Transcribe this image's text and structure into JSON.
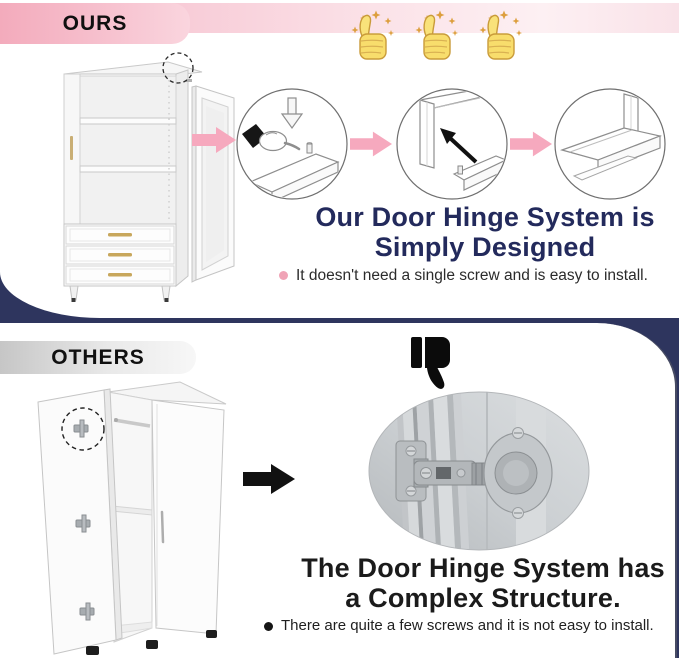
{
  "meta": {
    "kind": "product-comparison-infographic",
    "subject": "wardrobe door hinge system"
  },
  "colors": {
    "navy_corner": "#2e355e",
    "pink_accent": "#f6a9be",
    "pink_bullet": "#f0a3b6",
    "title_navy": "#232a5c",
    "gray_banner": "#c6c6c6",
    "thumb_yellow": "#f7d960"
  },
  "ours": {
    "banner_label": "OURS",
    "rating_icons": [
      "thumbs-up-sparkle",
      "thumbs-up-sparkle",
      "thumbs-up-sparkle"
    ],
    "illustration": "white-wardrobe-open-door",
    "highlight": "dashed-circle-on-top-hinge",
    "steps": [
      "press-pin-on-door-top",
      "insert-pin-into-frame",
      "assembled-hinge-corner"
    ],
    "title_line1": "Our Door Hinge System is",
    "title_line2": "Simply Designed",
    "bullet": "It doesn't need a single screw and is easy to install."
  },
  "others": {
    "banner_label": "OTHERS",
    "rating_icon": "thumbs-down",
    "illustration": "white-wardrobe-open-door-with-hinges",
    "highlight": "dashed-circle-on-top-hinge",
    "photo": "complex-cabinet-hinge-closeup",
    "title_line1": "The Door Hinge System has",
    "title_line2": "a Complex Structure.",
    "bullet": "There are quite a few screws and it is not easy to install."
  }
}
